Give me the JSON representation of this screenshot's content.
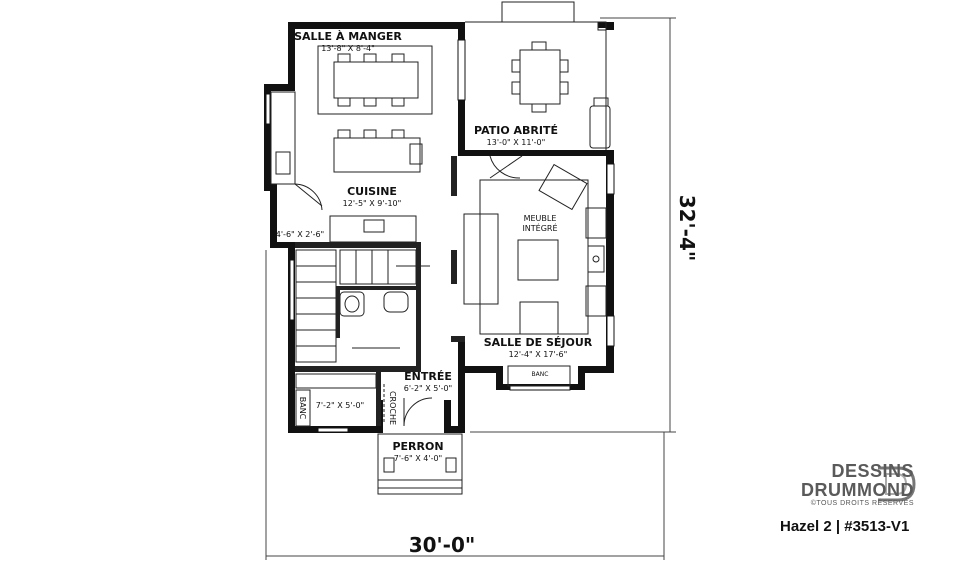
{
  "rooms": {
    "dining": {
      "name": "SALLE À MANGER",
      "size": "13'-8\" X 8'-4\""
    },
    "patio": {
      "name": "PATIO ABRITÉ",
      "size": "13'-0\" X 11'-0\""
    },
    "kitchen": {
      "name": "CUISINE",
      "size": "12'-5\" X 9'-10\""
    },
    "pantry": {
      "size": "4'-6\" X 2'-6\""
    },
    "builtin": {
      "line1": "MEUBLE",
      "line2": "INTÉGRÉ"
    },
    "living": {
      "name": "SALLE DE SÉJOUR",
      "size": "12'-4\" X 17'-6\""
    },
    "bench_window": "BANC",
    "entry": {
      "name": "ENTRÉE",
      "size": "6'-2\" X 5'-0\""
    },
    "mudroom": {
      "size": "7'-2\" X 5'-0\""
    },
    "bench": "BANC",
    "closet": "CROCHE",
    "porch": {
      "name": "PERRON",
      "size": "7'-6\" X 4'-0\""
    }
  },
  "dimensions": {
    "width": "30'-0\"",
    "depth": "32'-4\""
  },
  "brand": {
    "line1": "DESSINS",
    "line2": "DRUMMOND",
    "rights": "©TOUS DROITS RÉSERVÉS"
  },
  "caption": "Hazel 2 | #3513-V1",
  "colors": {
    "wall": "#111111",
    "line": "#333333",
    "background": "#ffffff"
  }
}
